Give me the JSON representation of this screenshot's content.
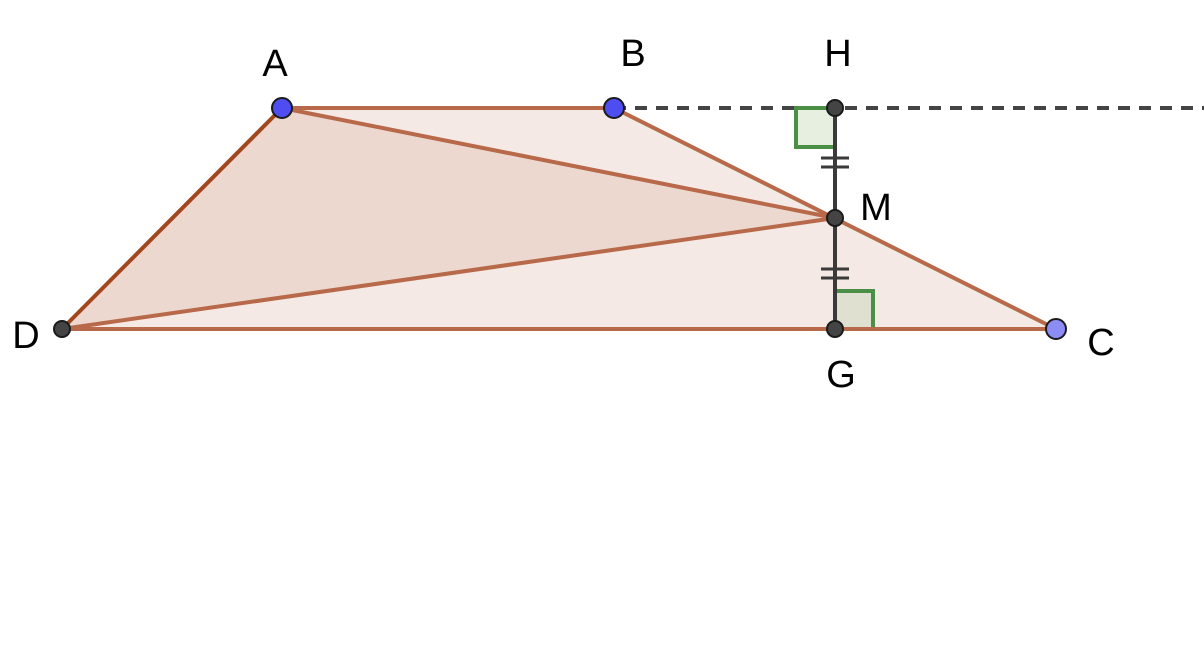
{
  "figure": {
    "points": {
      "A": "A",
      "B": "B",
      "C": "C",
      "D": "D",
      "H": "H",
      "M": "M",
      "G": "G"
    },
    "colors": {
      "trapezoid_fill": "#f4e9e4",
      "triangle_fill": "#ecd8cf",
      "edge": "#b8694a",
      "edge_dark": "#a2461e",
      "perpendicular": "#3a3a3a",
      "dashed_line": "#444444",
      "right_angle": "#4a8f45",
      "right_angle_fill": "#e6efe0",
      "free_point": "#4d4df2",
      "free_point_light": "#8c8cf5",
      "dependent_point": "#444444"
    }
  }
}
